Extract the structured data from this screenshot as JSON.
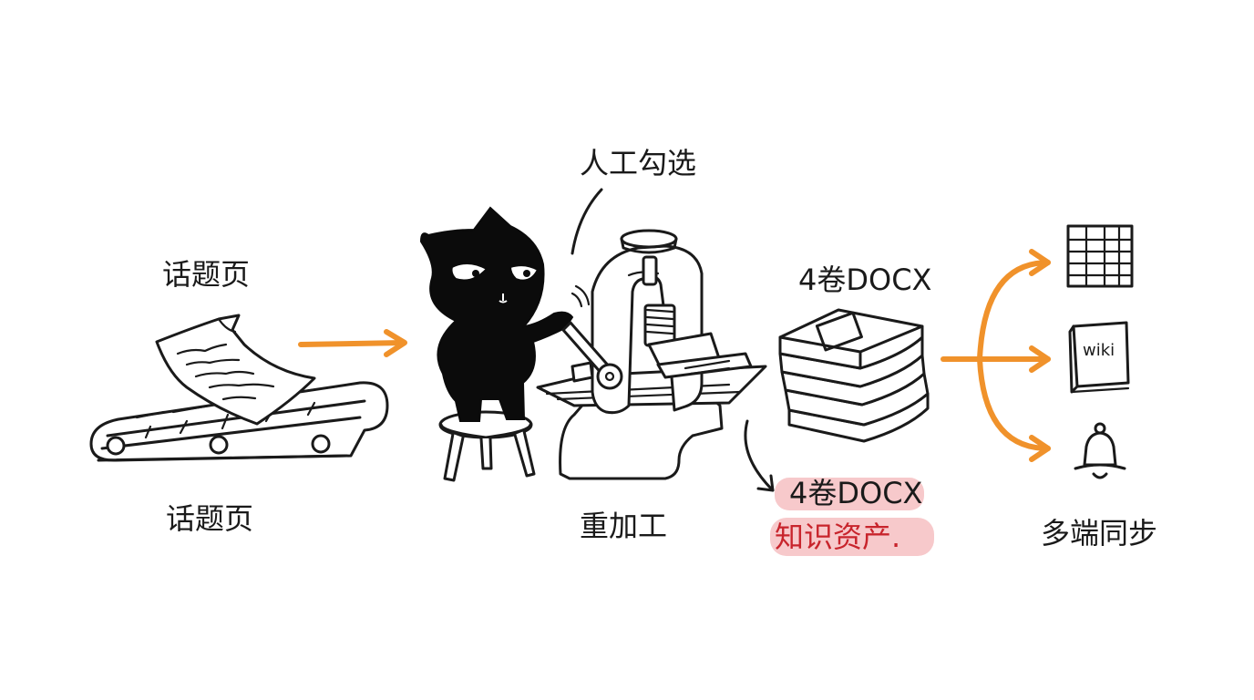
{
  "labels": {
    "topic_page_top": "话题页",
    "topic_page_bottom": "话题页",
    "manual_select": "人工勾选",
    "reprocess": "重加工",
    "docx_top": "4卷DOCX",
    "docx_highlight": "4卷DOCX",
    "knowledge_asset": "知识资产.",
    "wiki_book": "wiki",
    "multi_sync": "多端同步"
  },
  "colors": {
    "accent_arrow": "#f0922b",
    "highlight_pink": "#f7c9cb",
    "highlight_text_red": "#c8242c",
    "ink": "#1a1a1a"
  },
  "icons": [
    "conveyor-belt-icon",
    "paper-icon",
    "cat-icon",
    "stool-icon",
    "press-machine-icon",
    "book-stack-icon",
    "spreadsheet-icon",
    "wiki-book-icon",
    "bell-icon"
  ]
}
